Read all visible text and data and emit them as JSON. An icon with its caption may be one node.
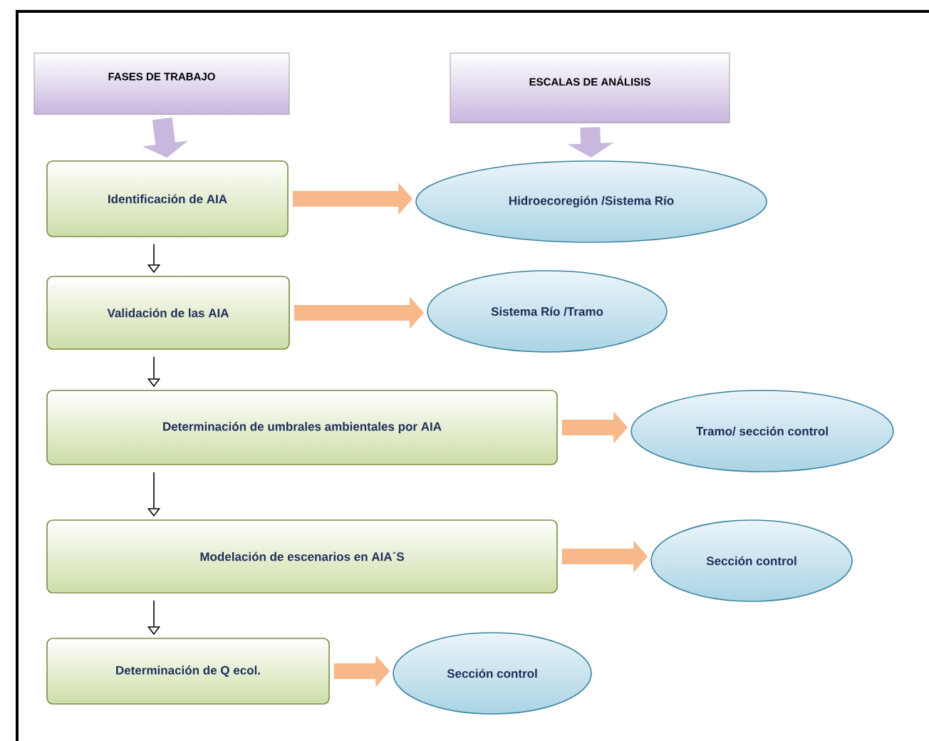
{
  "diagram": {
    "nodes": [
      {
        "text": [
          "FASES DE TRABAJO"
        ]
      },
      {
        "text": [
          "ESCALAS DE ANÁLISIS"
        ]
      },
      {
        "text": [
          "Identificación de AIA"
        ]
      },
      {
        "text": [
          "Validación de las AIA"
        ]
      },
      {
        "text": [
          "Determinación de umbrales ambientales por AIA"
        ]
      },
      {
        "text": [
          "Modelación de escenarios en AIA´S"
        ]
      },
      {
        "text": [
          "Determinación de Q ecol."
        ]
      },
      {
        "text": [
          "Hidroecoregión /Sistema Río"
        ]
      },
      {
        "text": [
          "Sistema Río /Tramo"
        ]
      },
      {
        "text": [
          "Tramo/ sección control"
        ]
      },
      {
        "text": [
          "Sección control"
        ]
      },
      {
        "text": [
          "Sección control"
        ]
      }
    ],
    "edges": [
      {
        "from": 0,
        "to": 2,
        "arrow": "to",
        "color": "#c9b8de"
      },
      {
        "from": 1,
        "to": 7,
        "arrow": "to",
        "color": "#c9b8de"
      },
      {
        "from": 2,
        "to": 7,
        "arrow": "to"
      },
      {
        "from": 3,
        "to": 8,
        "arrow": "to"
      },
      {
        "from": 4,
        "to": 9,
        "arrow": "to"
      },
      {
        "from": 5,
        "to": 10,
        "arrow": "to"
      },
      {
        "from": 6,
        "to": 11,
        "arrow": "to"
      },
      {
        "from": 2,
        "to": 3,
        "arrow": "to",
        "color": "#000000"
      },
      {
        "from": 3,
        "to": 4,
        "arrow": "to",
        "color": "#000000"
      },
      {
        "from": 4,
        "to": 5,
        "arrow": "to",
        "color": "#000000"
      },
      {
        "from": 5,
        "to": 6,
        "arrow": "to",
        "color": "#000000"
      }
    ]
  }
}
